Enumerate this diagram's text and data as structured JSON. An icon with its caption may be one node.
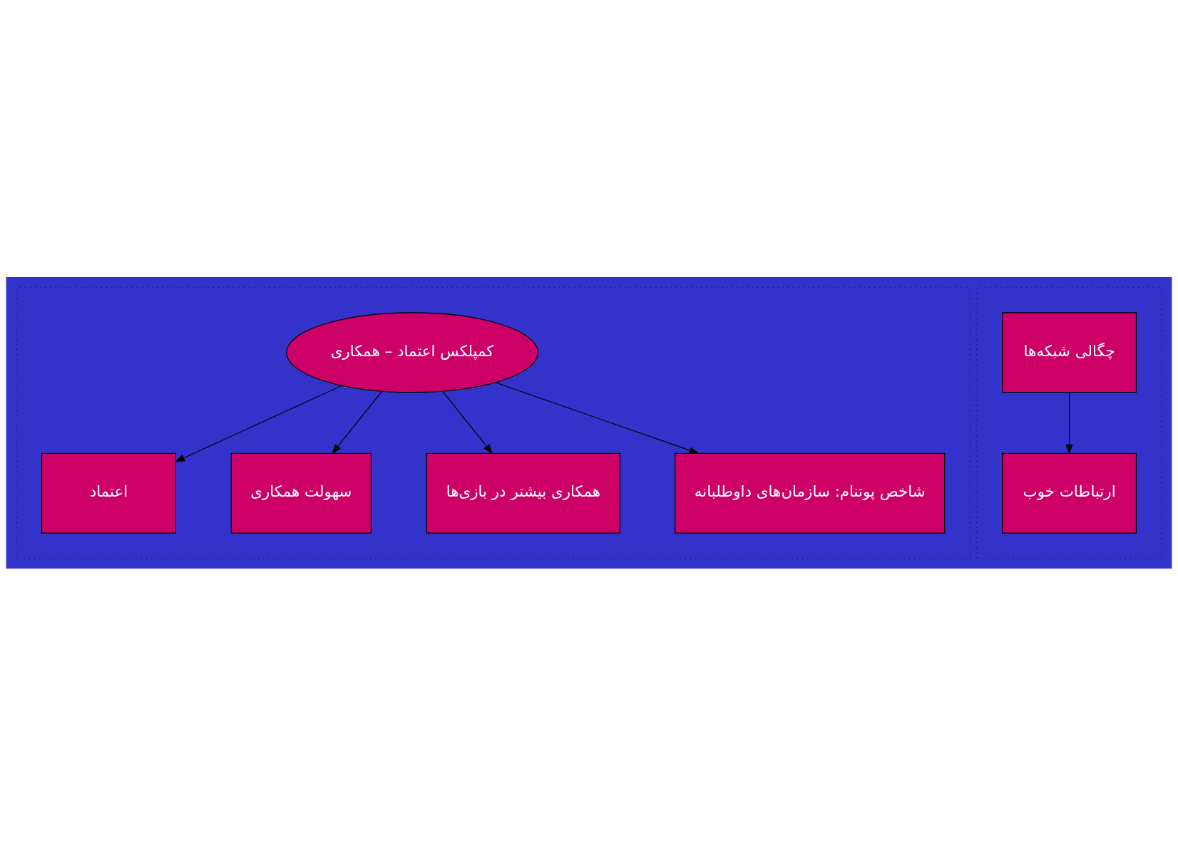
{
  "diagram": {
    "nodes": [
      {
        "text": [],
        "shape": "box"
      },
      {
        "text": [
          "اعتماد"
        ],
        "in": 0
      },
      {
        "text": [
          "سهولت همکاری"
        ],
        "in": 0
      },
      {
        "text": [
          "کمپلکس اعتماد – همکاری"
        ],
        "in": 0
      },
      {
        "text": [
          "همکاری بیشتر در بازی‌ها"
        ],
        "in": 0
      },
      {
        "text": [
          "شاخص پوتنام: سازمان‌های داوطلبانه"
        ],
        "in": 0
      },
      {
        "text": [],
        "shape": "box"
      },
      {
        "text": [
          "چگالی شبکه‌ها"
        ],
        "in": 6
      },
      {
        "text": [
          "ارتباطات خوب"
        ],
        "in": 6
      }
    ],
    "edges": [
      {
        "from": 3,
        "to": 1,
        "arrow": "to"
      },
      {
        "from": 3,
        "to": 2,
        "arrow": "to"
      },
      {
        "from": 3,
        "to": 4,
        "arrow": "to"
      },
      {
        "from": 3,
        "to": 5,
        "arrow": "to"
      },
      {
        "from": 7,
        "to": 8,
        "arrow": "to"
      }
    ]
  }
}
